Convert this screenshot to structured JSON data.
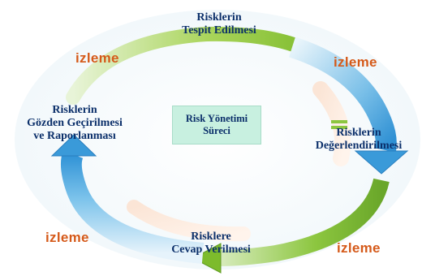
{
  "center_title": {
    "line1": "Risk Yönetimi",
    "line2": "Süreci"
  },
  "steps": {
    "top": {
      "line1": "Risklerin",
      "line2": "Tespit Edilmesi"
    },
    "right": {
      "line1": "Risklerin",
      "line2": "Değerlendirilmesi"
    },
    "bottom": {
      "line1": "Risklere",
      "line2": "Cevap Verilmesi"
    },
    "left": {
      "line1": "Risklerin",
      "line2": "Gözden Geçirilmesi",
      "line3": "ve Raporlanması"
    }
  },
  "monitor_label": "izleme",
  "colors": {
    "text": "#0b2f6a",
    "monitor": "#d55a1a",
    "green": "#8cc63f",
    "blue": "#3a9ad9",
    "center_box": "#c8f0e0"
  }
}
